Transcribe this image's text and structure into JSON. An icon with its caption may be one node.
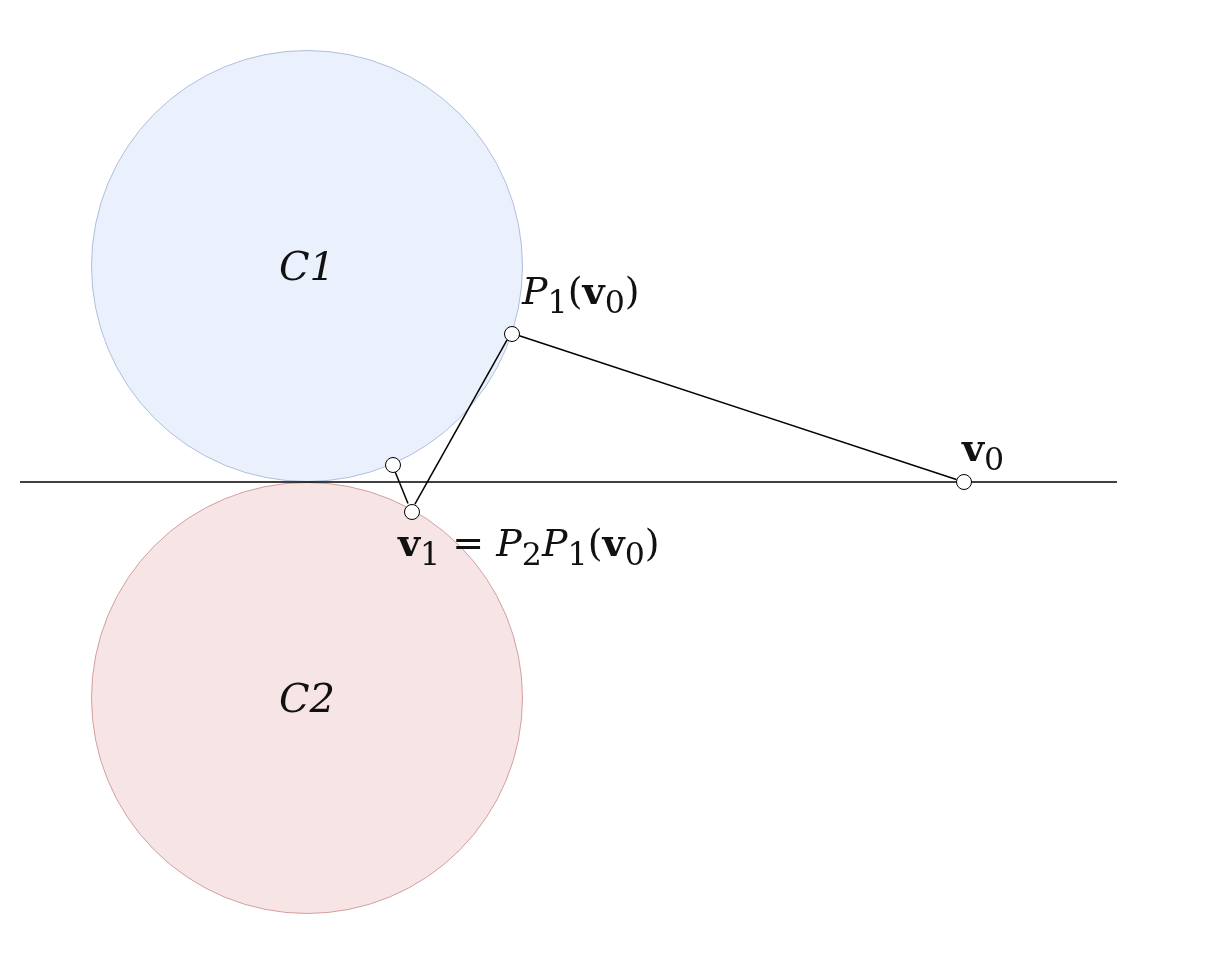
{
  "diagram": {
    "nodes": [
      {
        "text": [
          "C1"
        ]
      },
      {
        "text": [
          "C2"
        ]
      },
      {
        "text": [],
        "shape": "circle",
        "beside": [
          "**v**$_{0}$"
        ]
      },
      {
        "text": [],
        "shape": "circle",
        "beside": [
          "*P*$_{1}$(**v**$_{0}$)"
        ],
        "in": 0
      },
      {
        "text": [],
        "shape": "circle",
        "in": 0
      },
      {
        "text": [],
        "shape": "circle",
        "in": 1,
        "beside": [
          "**v**$_{1}$ = *P*$_{2}$*P*$_{1}$(**v**$_{0}$)"
        ]
      }
    ],
    "edges": [
      {
        "from": 2,
        "to": 3,
        "arrow": "none"
      },
      {
        "from": 3,
        "to": 5,
        "arrow": "none"
      },
      {
        "from": 5,
        "to": 4,
        "arrow": "none"
      }
    ]
  }
}
